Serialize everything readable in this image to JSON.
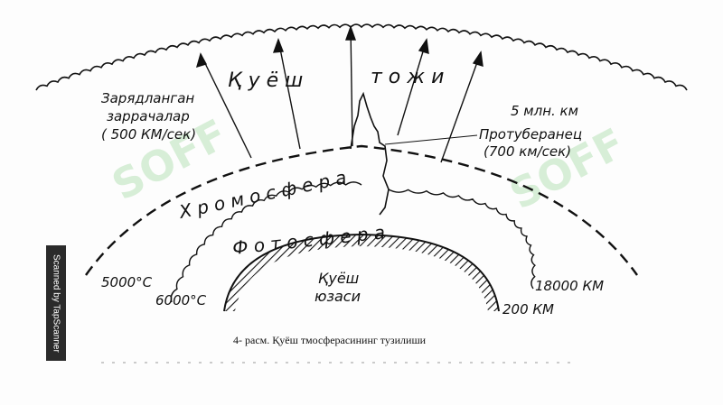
{
  "labels": {
    "sun_rays_1": "Қ у ё ш",
    "sun_rays_2": "т о ж и",
    "particles": [
      "Зарядланган",
      "заррачалар",
      "( 500 КМ/сек)"
    ],
    "distance_5m": "5 млн. км",
    "prominence": [
      "Протуберанец",
      "(700 км/сек)"
    ],
    "chromosphere": "Х р о м о с ф е р а",
    "photosphere": "Ф о т о с ф е р а",
    "temp_5000": "5000°С",
    "temp_6000": "6000°С",
    "sun_surface": [
      "Қуёш",
      "юзаси"
    ],
    "dist_18000": "18000 КМ",
    "dist_200": "200 КМ"
  },
  "caption": "4- расм. Қуёш тмосферасининг тузилиши",
  "scanner": "Scanned by TapScanner",
  "watermark": "SOFF"
}
